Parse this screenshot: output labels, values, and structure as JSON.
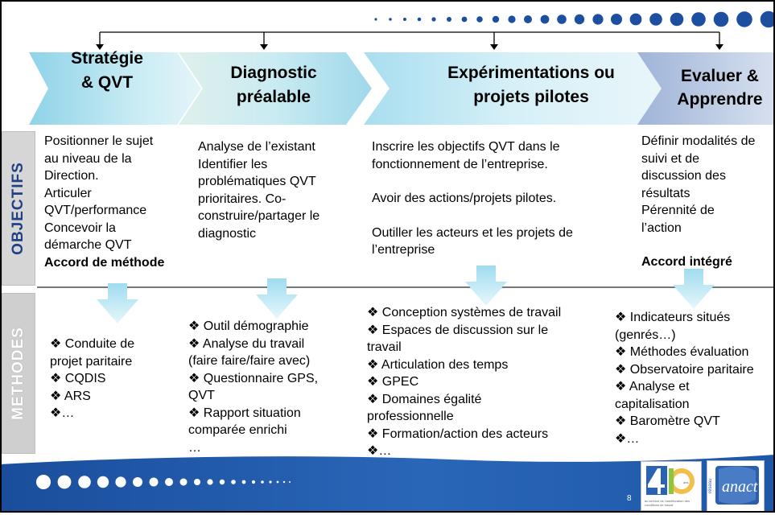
{
  "phases": [
    {
      "line1": "Stratégie",
      "line2": "& QVT"
    },
    {
      "line1": "Diagnostic",
      "line2": "préalable"
    },
    {
      "line1": "Expérimentations ou",
      "line2": "projets pilotes"
    },
    {
      "line1": "Evaluer &",
      "line2": "Apprendre"
    }
  ],
  "labels": {
    "objectifs": "OBJECTIFS",
    "methodes": "METHODES"
  },
  "objectifs": {
    "col1": [
      "Positionner le sujet",
      "au niveau de la",
      "Direction.",
      "Articuler",
      "QVT/performance",
      "Concevoir la",
      "démarche QVT"
    ],
    "col1_bold": "Accord de méthode",
    "col2": [
      "Analyse de l’existant",
      "Identifier les",
      "problématiques QVT",
      "prioritaires. Co-",
      "construire/partager le",
      "diagnostic"
    ],
    "col3": [
      "Inscrire les objectifs QVT dans le",
      "fonctionnement de l’entreprise.",
      "",
      "Avoir des actions/projets  pilotes.",
      "",
      "Outiller les acteurs et les projets de",
      "l’entreprise"
    ],
    "col4": [
      "Définir modalités de",
      "suivi et de",
      "discussion des",
      "résultats",
      "Pérennité de",
      "l’action"
    ],
    "col4_bold": "Accord intégré"
  },
  "methodes": {
    "col1": [
      "❖ Conduite de",
      "projet paritaire",
      "❖ CQDIS",
      "❖ ARS",
      "❖…"
    ],
    "col2": [
      "❖ Outil démographie",
      "❖ Analyse du travail",
      "(faire faire/faire avec)",
      "❖ Questionnaire GPS,",
      "QVT",
      "❖ Rapport situation",
      "comparée enrichi",
      "…"
    ],
    "col3": [
      "❖ Conception systèmes de travail",
      "❖ Espaces de discussion sur le",
      "travail",
      "❖ Articulation des temps",
      "❖ GPEC",
      "❖ Domaines égalité",
      "professionnelle",
      "❖ Formation/action des acteurs",
      "❖…"
    ],
    "col4": [
      "❖ Indicateurs situés",
      "(genrés…)",
      "❖ Méthodes évaluation",
      "❖ Observatoire paritaire",
      "❖ Analyse et",
      "capitalisation",
      "❖ Baromètre QVT",
      "❖…"
    ]
  },
  "footer": {
    "page_number": "8",
    "logo_anact": "anact",
    "logo_reseau": "réseau",
    "logo_ans": "ans",
    "logo_caption": "au service de l’amélioration des conditions de travail"
  },
  "colors": {
    "arrow_light": "#cfeef6",
    "arrow_dark": "#8fd3e8",
    "last_arrow": "#aebfdd",
    "band": "#1d57a8",
    "objectifs_text": "#1f3f87"
  }
}
